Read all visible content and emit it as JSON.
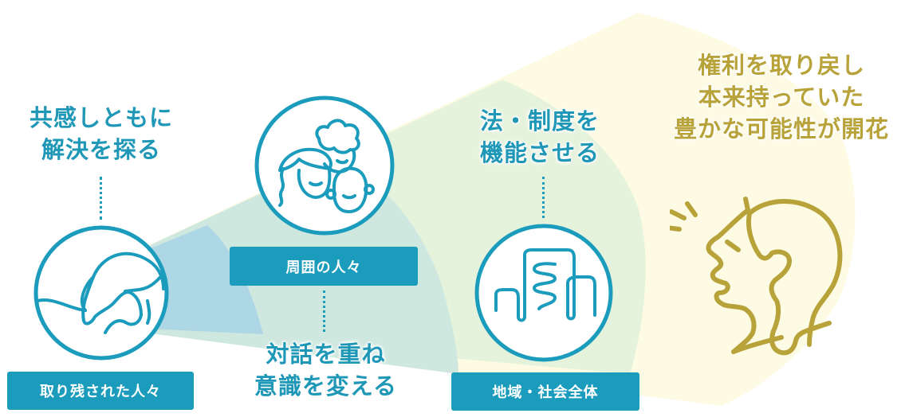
{
  "diagram": {
    "title": "",
    "stages": [
      {
        "id": "left-behind",
        "label": "取り残された人々",
        "caption": [
          "共感しともに",
          "解決を探る"
        ],
        "icon": "distressed-person-icon",
        "fan_color": "#aed7e6"
      },
      {
        "id": "surrounding-people",
        "label": "周囲の人々",
        "caption": [
          "対話を重ね",
          "意識を変える"
        ],
        "icon": "group-of-people-icon",
        "fan_color": "#cfe8df"
      },
      {
        "id": "community-society",
        "label": "地域・社会全体",
        "caption": [
          "法・制度を",
          "機能させる"
        ],
        "icon": "city-buildings-icon",
        "fan_color": "#e6f3dc"
      },
      {
        "id": "outcome",
        "label": "",
        "caption": [
          "権利を取り戻し",
          "本来持っていた",
          "豊かな可能性が開花"
        ],
        "icon": "empowered-person-speaking-icon",
        "fan_color": "#fdfbe3"
      }
    ],
    "colors": {
      "primary_teal": "#1c9cbc",
      "caption_teal": "#1f97b6",
      "gold": "#b8a33b",
      "white": "#ffffff"
    }
  }
}
